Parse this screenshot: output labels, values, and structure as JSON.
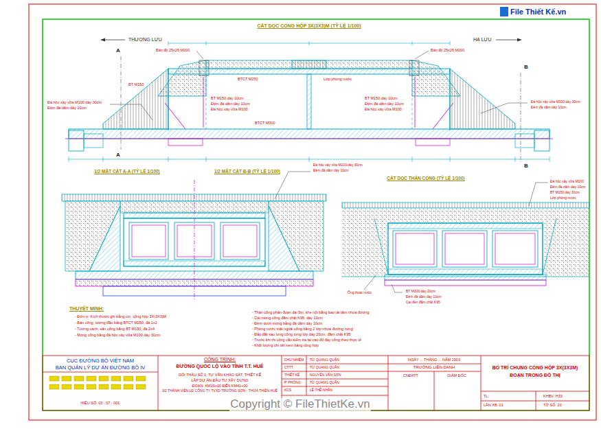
{
  "diagram": {
    "labels": [
      "CẮT DỌC CỐNG HỘP 3X(3X3)M (TỶ LỆ 1/100)",
      "THƯỢNG LƯU",
      "HẠ LƯU",
      "A",
      "A",
      "B",
      "B",
      "Bản độ 25x25 M200",
      "Bản độ 25x25 M200",
      "Đá hộc xây vữa M100 dày 30cm",
      "Đệm đá dăm dày 10cm",
      "BT M150",
      "BTCT M250",
      "Lớp phòng nước",
      "BT M150 dày 10cm",
      "Đệm đá dăm dày 10cm",
      "Đá hộc xây vữa M100",
      "BT M150 dày 10cm",
      "Đệm đá dăm dày 10cm",
      "Đá hộc xây vữa M100",
      "BTCT M300",
      "Đá hộc xây vữa M100 dày 30cm",
      "Đệm đá dăm dày 10cm",
      "1/2 MẶT CẮT A-A (TỶ LỆ 1/100)",
      "1/2 MẶT CẮT B-B (TỶ LỆ 1/100)",
      "CẮT DỌC THÂN CỐNG (TỶ LỆ 1/100)",
      "Đá hộc xây vữa M100 dày 30cm",
      "Đệm đá dăm dày 10cm",
      "Đá hộc xây vữa M100",
      "Đệm đá dăm dày 10cm",
      "BT M150 dày 10cm",
      "Lớp phòng nước",
      "Ống thoát nước",
      "BT M300 dày 20cm",
      "Đệm đá dăm dày 10cm",
      "Cát đen đầm chặt K95",
      "THUYẾT MINH:",
      "- Đơn vị: Kích thước ghi bằng cm, cống hộp 3X(3X3)M",
      "- Bản cống, tường đầu bằng BTCT M250, đá 1x2",
      "- Tường cánh, sân cống bằng BT M150, đá 2x4",
      "- Móng cống bằng đá hộc xây vữa M100 dày 30cm",
      "- Thân cống phân đoạn dài 5m, khe nối bằng bao tải tẩm nhựa đường",
      "- Cát móng cống đầm chặt K95, dày 10cm",
      "- Đệm dưới móng bằng đá dăm dày 10cm",
      "- Phòng nước mặt ngoài cống bằng 2 lớp nhựa đường nóng",
      "- Đắp đất sau lưng cống từng lớp dày 20cm, đầm chặt K95",
      "- Trước khi thi công cần kiểm tra lại cao độ đáy cống theo thực tế",
      "- Khối lượng chi tiết xem bảng tổng hợp",
      "CỤC ĐƯỜNG BỘ VIỆT NAM",
      "BAN QUẢN LÝ DỰ ÁN ĐƯỜNG BỘ IV",
      "HIỆU SỐ: 03 - 07 - 001",
      "CÔNG TRÌNH:",
      "ĐƯỜNG QUỐC LỘ VÀO TỈNH T.T. HUẾ",
      "GÓI THẦU SỐ 1: TƯ VẤN KHẢO SÁT, THIẾT KẾ",
      "LẬP DỰ ÁN ĐẦU TƯ XÂY DỰNG",
      "ĐOẠN: KM19+00 ĐẾN KM41+00",
      "3/2 THÀNH VIÊN LĐ CÔNG TY TVXD TRƯỜNG SƠN - THỪA THIÊN HUẾ",
      "CHỦ NHIỆM",
      "TỪ QUANG QUÂN",
      "CTTT",
      "TỪ QUANG QUÂN",
      "THIẾT KẾ",
      "NGUYỄN VĂN SƠN",
      "P. PHÒNG",
      "TỪ QUANG QUÂN",
      "KCS",
      "LÊ THẾ NHÂN",
      "NGÀY ... THÁNG ... NĂM 2003",
      "TRƯỜNG LIÊN DANH",
      "CNĐATT",
      "GIÁM ĐỐC",
      "BỐ TRÍ CHUNG CỐNG HỘP 3X(3X3M)",
      "ĐOẠN TRONG ĐÔ THỊ",
      "TL:",
      "KHBV: H33",
      "LẦN XB: 01",
      "TỜ SỐ: 20",
      "Copyright © FileThietKe.vn",
      "File Thiết Kế.vn"
    ]
  }
}
